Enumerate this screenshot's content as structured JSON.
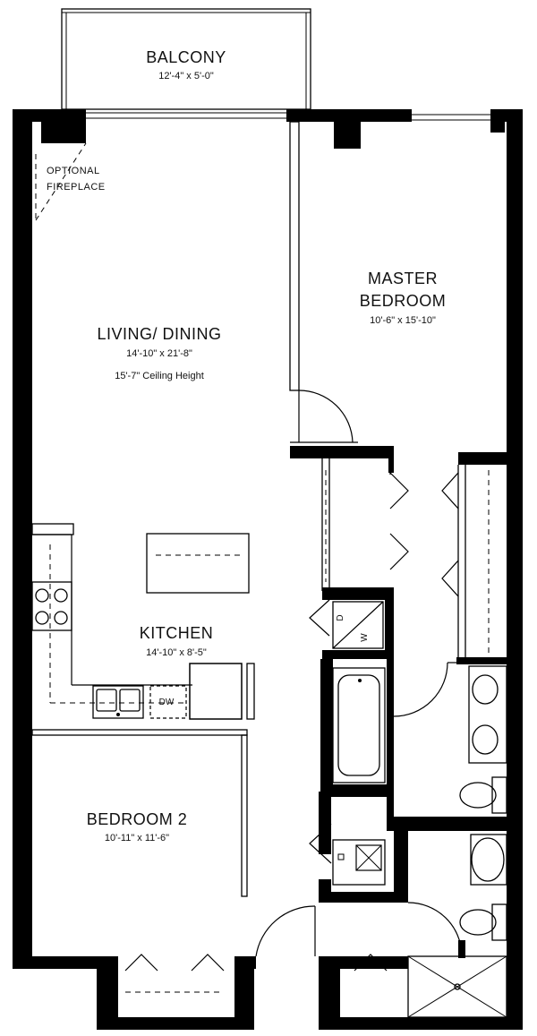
{
  "rooms": {
    "balcony": {
      "name": "BALCONY",
      "dims": "12'-4\" x 5'-0\""
    },
    "fireplace": {
      "line1": "OPTIONAL",
      "line2": "FIREPLACE"
    },
    "living": {
      "name": "LIVING/ DINING",
      "dims": "14'-10\" x 21'-8\"",
      "ceiling": "15'-7\" Ceiling Height"
    },
    "master": {
      "name_line1": "MASTER",
      "name_line2": "BEDROOM",
      "dims": "10'-6\" x 15'-10\""
    },
    "kitchen": {
      "name": "KITCHEN",
      "dims": "14'-10\" x 8'-5\""
    },
    "bedroom2": {
      "name": "BEDROOM 2",
      "dims": "10'-11\" x 11'-6\""
    }
  },
  "appliances": {
    "dishwasher": "DW",
    "dryer": "D",
    "washer": "W"
  }
}
